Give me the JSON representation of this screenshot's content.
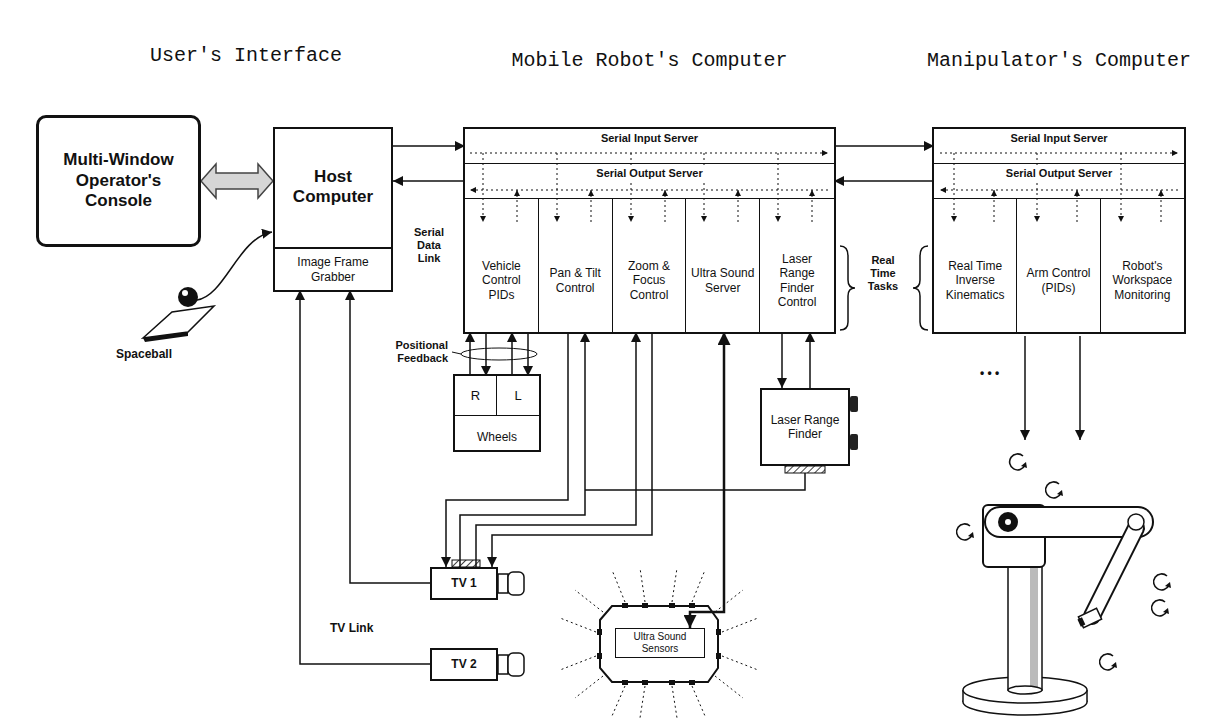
{
  "diagram": {
    "nodes": [
      {
        "text": [
          "Multi-Window Operator's Console"
        ]
      },
      {
        "text": [
          "Host Computer"
        ]
      },
      {
        "text": [
          "Image Frame Grabber"
        ],
        "in": 1
      },
      {
        "text": [
          "Mobile Robot's Computer"
        ]
      },
      {
        "text": [
          "Serial Input Server"
        ],
        "in": 3
      },
      {
        "text": [
          "Serial Output Server"
        ],
        "in": 3
      },
      {
        "text": [
          "Vehicle Control PIDs"
        ],
        "in": 3
      },
      {
        "text": [
          "Pan & Tilt Control"
        ],
        "in": 3
      },
      {
        "text": [
          "Zoom & Focus Control"
        ],
        "in": 3
      },
      {
        "text": [
          "Ultra Sound Server"
        ],
        "in": 3
      },
      {
        "text": [
          "Laser Range Finder Control"
        ],
        "in": 3
      },
      {
        "text": [
          "Manipulator's Computer"
        ]
      },
      {
        "text": [
          "Serial Input Server"
        ],
        "in": 11
      },
      {
        "text": [
          "Serial Output Server"
        ],
        "in": 11
      },
      {
        "text": [
          "Real Time Inverse Kinematics"
        ],
        "in": 11
      },
      {
        "text": [
          "Arm Control (PIDs)"
        ],
        "in": 11
      },
      {
        "text": [
          "Robot's Workspace Monitoring"
        ],
        "in": 11
      },
      {
        "text": [
          "Wheels"
        ]
      },
      {
        "text": [
          "R"
        ],
        "in": 17
      },
      {
        "text": [
          "L"
        ],
        "in": 17
      },
      {
        "text": [
          "Laser Range Finder"
        ]
      },
      {
        "text": [
          "TV 1"
        ]
      },
      {
        "text": [
          "TV 2"
        ]
      },
      {
        "text": [
          "Ultra Sound Sensors"
        ]
      }
    ],
    "edges": [
      {
        "from": 0,
        "to": 1,
        "arrow": "both"
      },
      {
        "from": 1,
        "to": 4,
        "arrow": "to"
      },
      {
        "from": 5,
        "to": 1,
        "arrow": "to"
      },
      {
        "from": 4,
        "to": 12,
        "arrow": "to"
      },
      {
        "from": 13,
        "to": 5,
        "arrow": "to"
      },
      {
        "from": 6,
        "to": 18,
        "arrow": "to"
      },
      {
        "from": 18,
        "to": 6,
        "arrow": "to"
      },
      {
        "from": 6,
        "to": 19,
        "arrow": "to"
      },
      {
        "from": 19,
        "to": 6,
        "arrow": "to"
      },
      {
        "from": 7,
        "to": 21,
        "arrow": "to"
      },
      {
        "from": 21,
        "to": 7,
        "arrow": "to"
      },
      {
        "from": 8,
        "to": 21,
        "arrow": "to"
      },
      {
        "from": 21,
        "to": 8,
        "arrow": "to"
      },
      {
        "from": 9,
        "to": 23,
        "arrow": "both"
      },
      {
        "from": 10,
        "to": 20,
        "arrow": "to"
      },
      {
        "from": 20,
        "to": 10,
        "arrow": "to"
      },
      {
        "from": 21,
        "to": 2,
        "arrow": "to"
      },
      {
        "from": 22,
        "to": 2,
        "arrow": "to"
      }
    ],
    "labels": [
      "User's Interface",
      "Spaceball",
      "Serial Data Link",
      "Positional Feedback",
      "Real Time Tasks",
      "TV Link",
      "• • •"
    ]
  }
}
